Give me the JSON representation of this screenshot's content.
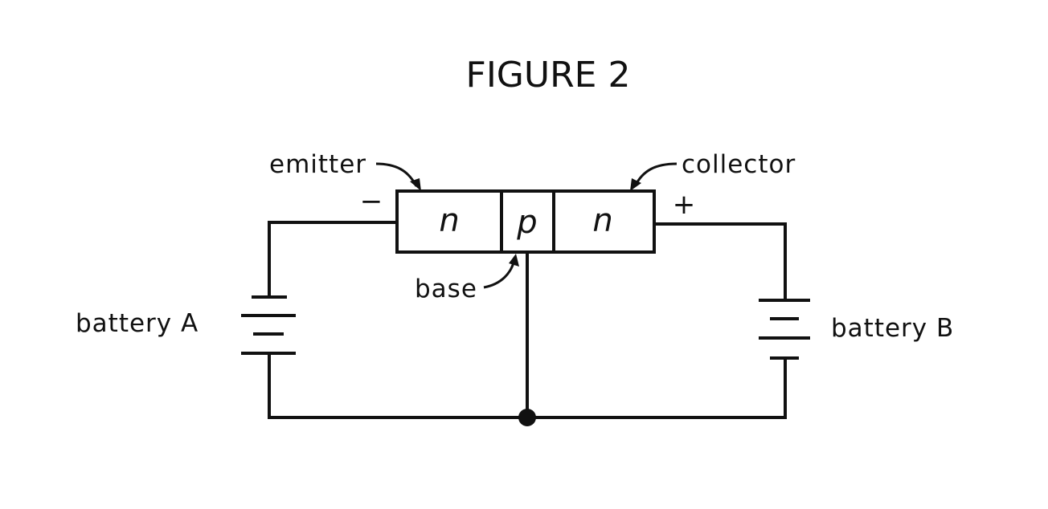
{
  "figure": {
    "title": "FIGURE 2"
  },
  "transistor": {
    "left_region": "n",
    "middle_region": "p",
    "right_region": "n"
  },
  "labels": {
    "emitter": "emitter",
    "collector": "collector",
    "base": "base",
    "battery_a": "battery A",
    "battery_b": "battery B"
  },
  "polarity": {
    "left": "−",
    "right": "+"
  }
}
